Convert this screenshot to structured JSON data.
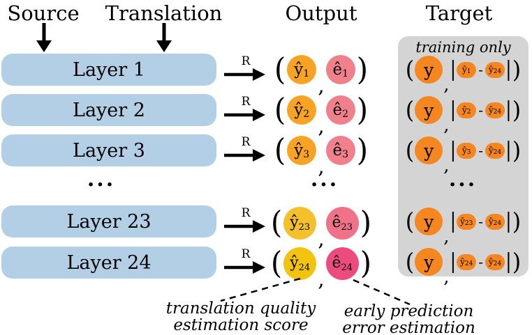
{
  "headers": {
    "source": "Source",
    "translation": "Translation",
    "output": "Output",
    "target": "Target"
  },
  "target_box": {
    "note": "training only"
  },
  "symbols": {
    "yhat": "ŷ",
    "ehat": "ê",
    "y": "y",
    "lparen": "(",
    "rparen": ")",
    "comma": ",",
    "bar": "|",
    "minus": "-",
    "r_label": "R",
    "ellipsis": "...",
    "ref_sub": "24"
  },
  "colors": {
    "layer_fill": "#B3CFE5",
    "box_fill": "#D4D4D4",
    "orange": "#F6861F",
    "ink": "#000000"
  },
  "rows": [
    {
      "layer_label": "Layer 1",
      "sub": "1",
      "yhat_color": "#F9A325",
      "ehat_color": "#F0808C"
    },
    {
      "layer_label": "Layer 2",
      "sub": "2",
      "yhat_color": "#F9A325",
      "ehat_color": "#F0808C"
    },
    {
      "layer_label": "Layer 3",
      "sub": "3",
      "yhat_color": "#F9A325",
      "ehat_color": "#F0808C"
    },
    {
      "layer_label": "Layer 23",
      "sub": "23",
      "yhat_color": "#F4C02C",
      "ehat_color": "#EF7289"
    },
    {
      "layer_label": "Layer 24",
      "sub": "24",
      "yhat_color": "#F3C40F",
      "ehat_color": "#EB4C7D"
    }
  ],
  "annotations": {
    "quality_line1": "translation quality",
    "quality_line2": "estimation score",
    "error_line1": "early prediction",
    "error_line2": "error estimation"
  }
}
